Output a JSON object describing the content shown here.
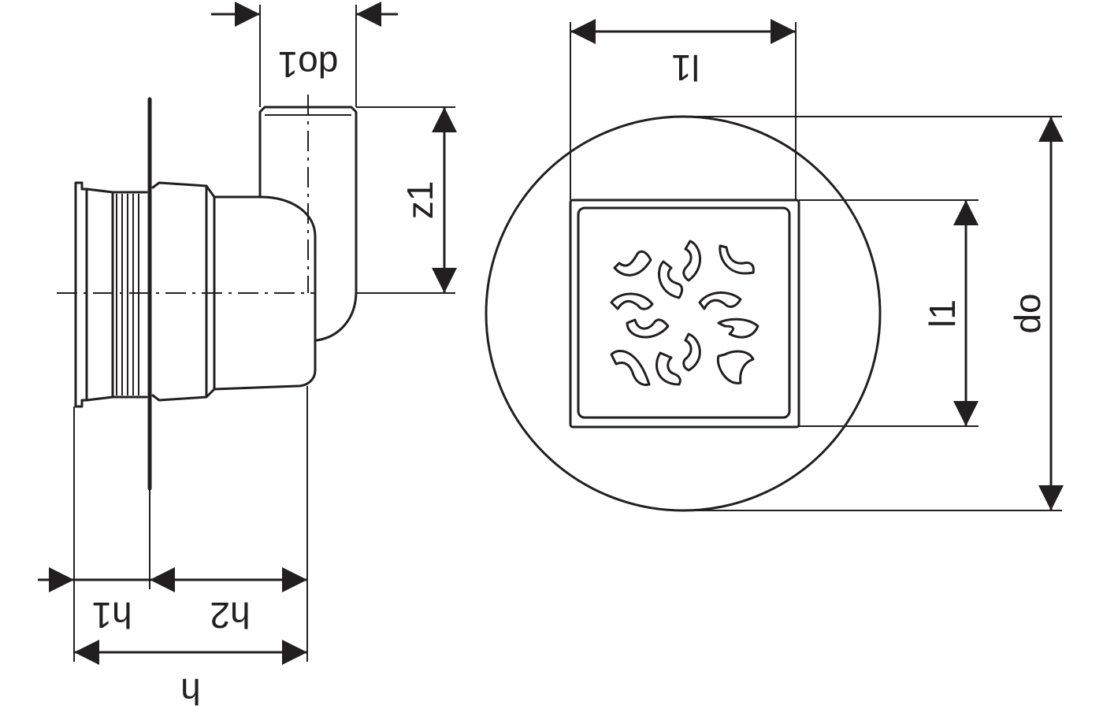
{
  "labels": {
    "do1": "do1",
    "z1": "z1",
    "h1": "h1",
    "h2": "h2",
    "h": "h",
    "l1_top": "l1",
    "l1_side": "l1",
    "do": "do"
  },
  "colors": {
    "stroke": "#231f20",
    "background": "#ffffff"
  }
}
